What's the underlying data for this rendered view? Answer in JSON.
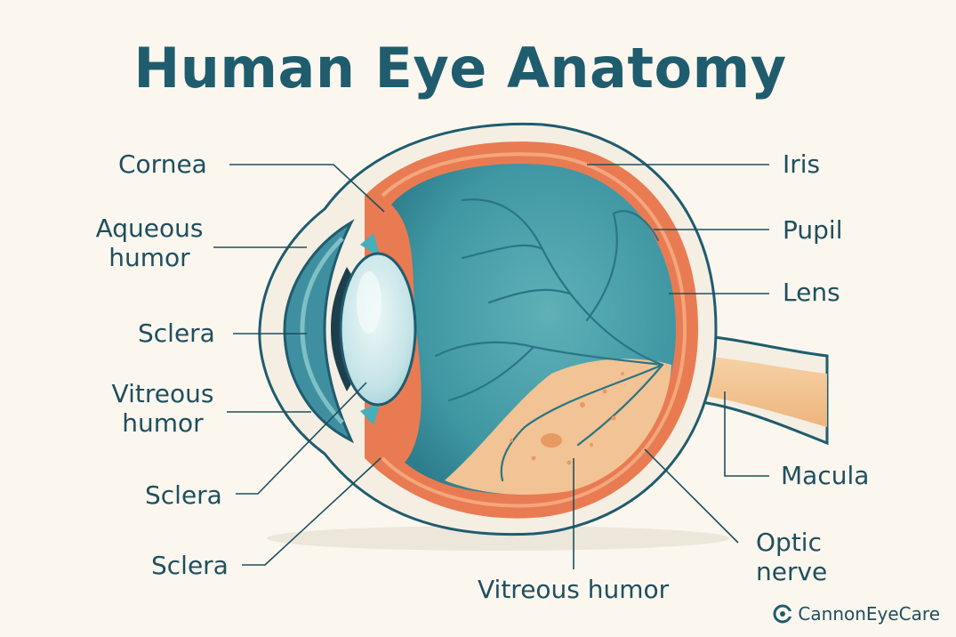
{
  "title": "Human Eye Anatomy",
  "labels": {
    "cornea": "Cornea",
    "aqueous_humor": [
      "Aqueous",
      "humor"
    ],
    "sclera_1": "Sclera",
    "vitreous_humor_left": [
      "Vitreous",
      "humor"
    ],
    "sclera_2": "Sclera",
    "sclera_3": "Sclera",
    "iris": "Iris",
    "pupil": "Pupil",
    "lens": "Lens",
    "macula": "Macula",
    "optic_nerve": [
      "Optic",
      "nerve"
    ],
    "vitreous_humor_bottom": "Vitreous humor"
  },
  "brand": {
    "name": "CannonEyeCare",
    "icon": "c-logo-icon"
  },
  "colors": {
    "title": "#1f5c6e",
    "label_text": "#1f4f5e",
    "sclera_outer": "#f2ebe0",
    "choroid": "#e97b52",
    "vitreous": "#3f97a3",
    "retina_back": "#f2c394",
    "lens": "#cfe9ed",
    "optic_nerve": "#f1c08d"
  }
}
